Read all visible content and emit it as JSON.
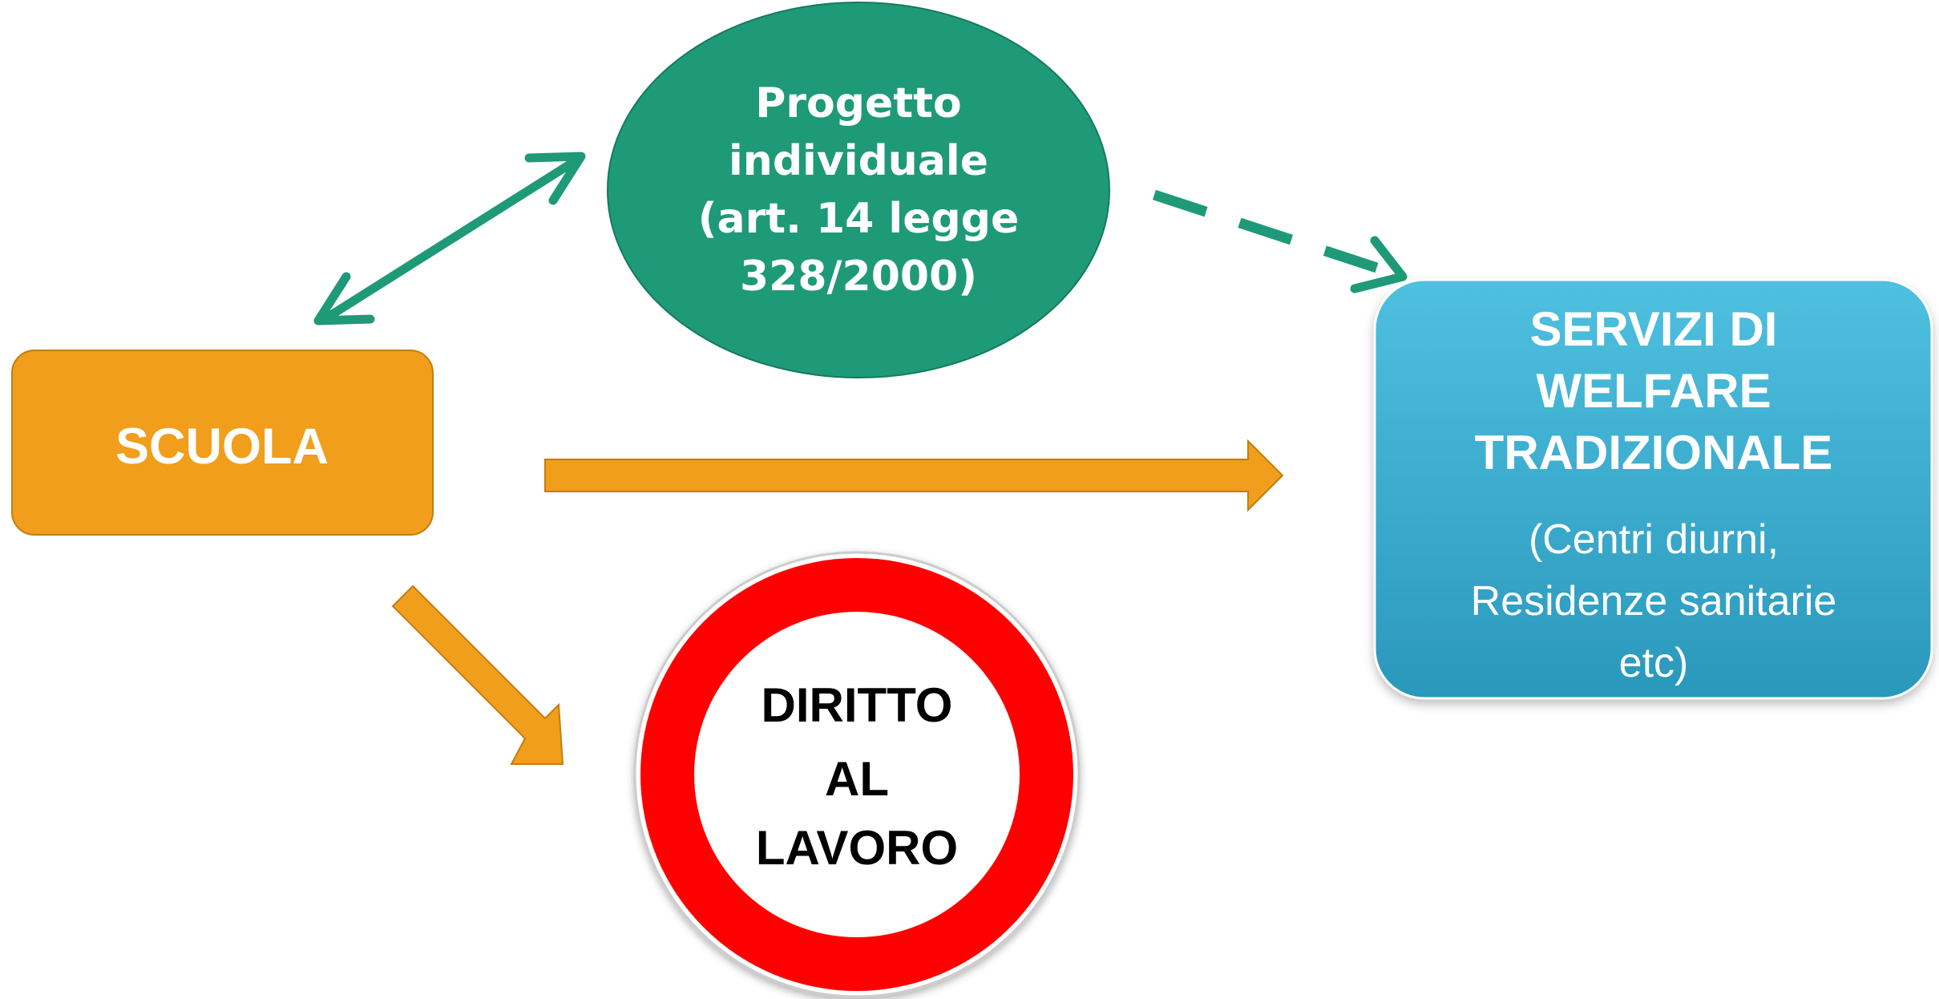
{
  "nodes": {
    "scuola": {
      "label": "SCUOLA",
      "fill": "#f09e1c",
      "stroke": "#c47d0e",
      "text_color": "#ffffff"
    },
    "progetto": {
      "lines": [
        "Progetto",
        "individuale",
        "(art. 14 legge",
        "328/2000)"
      ],
      "fill": "#1e9a78",
      "stroke": "#147a5e",
      "text_color": "#ffffff"
    },
    "servizi": {
      "title_lines": [
        "SERVIZI DI",
        "WELFARE",
        "TRADIZIONALE"
      ],
      "detail_lines": [
        "(Centri diurni,",
        "Residenze sanitarie",
        "etc)"
      ],
      "fill": "#3aadcf",
      "text_color": "#ffffff"
    },
    "diritto": {
      "lines": [
        "DIRITTO",
        "AL",
        "LAVORO"
      ],
      "ring_color": "#ff0000",
      "inner_color": "#ffffff",
      "text_color": "#000000"
    }
  },
  "arrows": {
    "scuola_progetto": {
      "style": "double-headed",
      "color": "#1e9a78"
    },
    "progetto_servizi": {
      "style": "dashed",
      "color": "#1e9a78"
    },
    "scuola_servizi": {
      "style": "block",
      "color": "#f09e1c"
    },
    "scuola_diritto": {
      "style": "block-diagonal",
      "color": "#f09e1c"
    }
  }
}
